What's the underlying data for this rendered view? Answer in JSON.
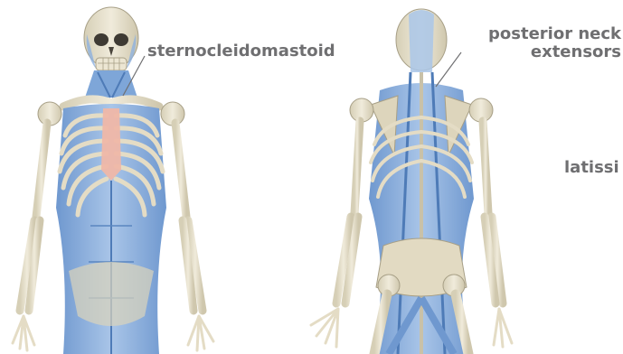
{
  "labels": {
    "sternocleidomastoid": "sternocleidomastoid",
    "posterior_neck_line1": "posterior neck",
    "posterior_neck_line2": "extensors",
    "latissi": "latissi"
  },
  "colors": {
    "bone": "#e6e0cc",
    "bone_shadow": "#bdb59c",
    "muscle_blue": "#7ea6d8",
    "muscle_light": "#b9d0ec",
    "sternum_pink": "#efb7a8",
    "label_gray": "#6f6f71"
  }
}
